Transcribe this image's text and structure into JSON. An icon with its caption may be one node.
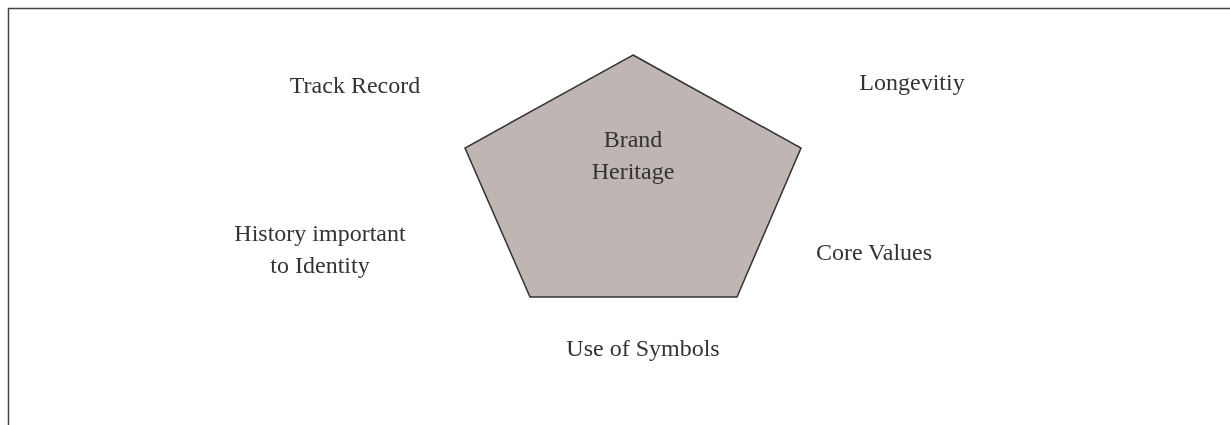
{
  "diagram": {
    "nodes": [
      {
        "text": [
          "Brand Heritage"
        ]
      }
    ],
    "labels": [
      "Track Record",
      "Longevitiy",
      "History important to Identity",
      "Core Values",
      "Use of Symbols"
    ]
  }
}
